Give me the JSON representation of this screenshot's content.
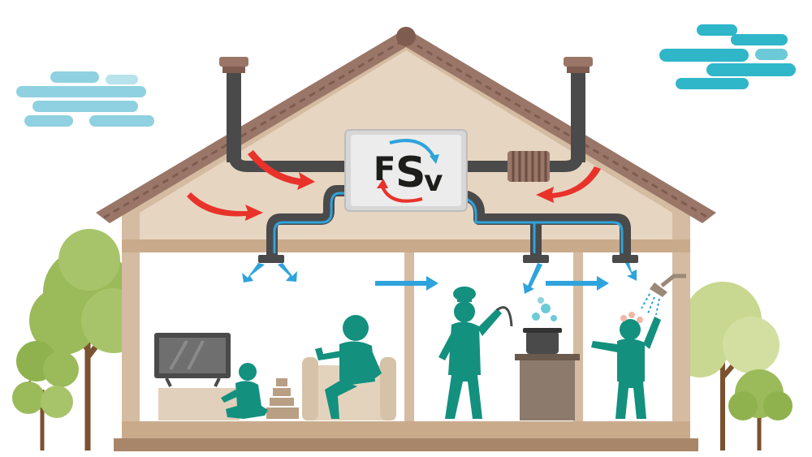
{
  "logo": {
    "text_f": "F",
    "text_s": "S",
    "text_v": "v"
  },
  "colors": {
    "roof_tile": "#9a7668",
    "roof_fill": "#e6d5c1",
    "attic_fill": "#e2cdb6",
    "wall": "#d4bba1",
    "pipe": "#4a4a4a",
    "fresh_air": "#2ea3dc",
    "warm_air": "#e8322a",
    "people": "#14907f",
    "tree_light": "#9bba5a",
    "tree_trunk": "#7a5230",
    "cloud_left": "#8fd1e0",
    "cloud_right": "#2fb6c9"
  },
  "rooms": [
    "living-room",
    "kitchen",
    "bathroom"
  ]
}
